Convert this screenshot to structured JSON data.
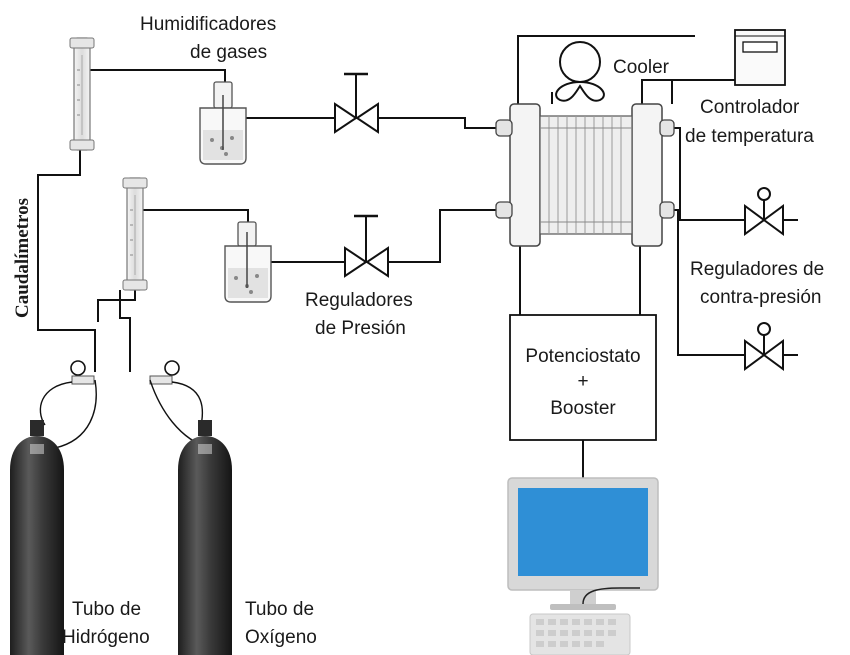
{
  "labels": {
    "humidificadores": [
      "Humidificadores",
      "de gases"
    ],
    "cooler": "Cooler",
    "controlador": [
      "Controlador",
      "de temperatura"
    ],
    "caudalimetros": "Caudalímetros",
    "reguladores_presion": [
      "Reguladores",
      "de Presión"
    ],
    "reguladores_contra": [
      "Reguladores de",
      "contra-presión"
    ],
    "potenciostato": [
      "Potenciostato",
      "+",
      "Booster"
    ],
    "tubo_h2": [
      "Tubo de",
      "Hidrógeno"
    ],
    "tubo_o2": [
      "Tubo de",
      "Oxígeno"
    ]
  },
  "colors": {
    "line": "#111111",
    "cylinder": "#3a3a3a",
    "screen": "#2f8fd6",
    "monitor": "#d8d8d8",
    "cell_fill": "#eeeeee"
  }
}
